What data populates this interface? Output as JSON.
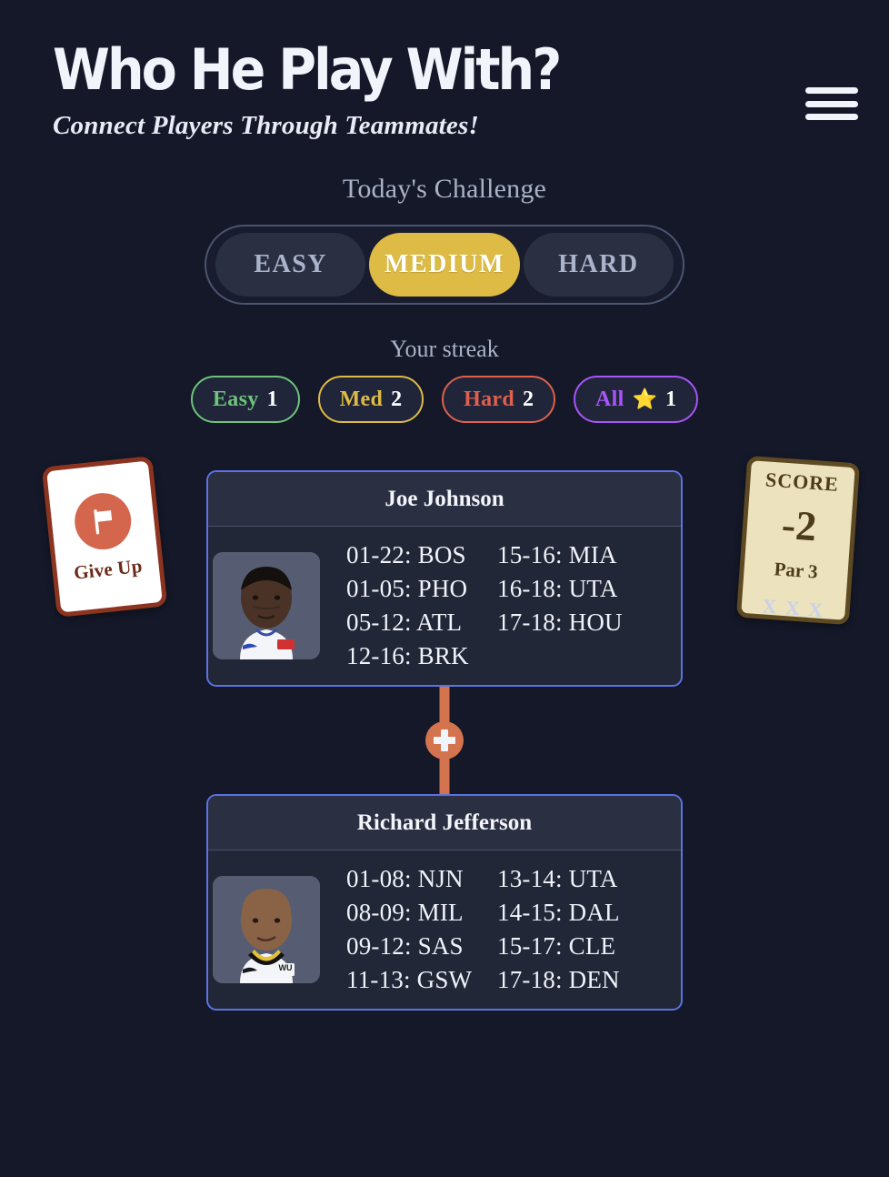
{
  "header": {
    "title": "Who He Play With?",
    "subtitle": "Connect Players Through Teammates!",
    "menu_icon": "hamburger-menu-icon"
  },
  "challenge": {
    "label": "Today's Challenge",
    "difficulties": [
      {
        "label": "EASY",
        "active": false
      },
      {
        "label": "MEDIUM",
        "active": true
      },
      {
        "label": "HARD",
        "active": false
      }
    ],
    "active_difficulty": "MEDIUM",
    "active_color": "#ddbb44"
  },
  "streak": {
    "label": "Your streak",
    "badges": [
      {
        "name": "Easy",
        "count": "1",
        "color": "#6ec47a",
        "star": false
      },
      {
        "name": "Med",
        "count": "2",
        "color": "#ddbb44",
        "star": false
      },
      {
        "name": "Hard",
        "count": "2",
        "color": "#e0604c",
        "star": false
      },
      {
        "name": "All",
        "count": "1",
        "color": "#a855f7",
        "star": true,
        "star_glyph": "⭐"
      }
    ]
  },
  "give_up": {
    "label": "Give Up",
    "icon": "flag-icon",
    "border_color": "#8c3420",
    "circle_color": "#d3664d"
  },
  "scorecard": {
    "title": "SCORE",
    "value": "-2",
    "par": "Par 3",
    "strikes": "X X X",
    "paper_color": "#ece2bd",
    "ink_color": "#4d3c1b"
  },
  "chain": {
    "connector_icon": "plus-icon",
    "connector_color": "#d3744f",
    "cards": [
      {
        "name": "Joe Johnson",
        "photo_alt": "joe-johnson-headshot",
        "teams_col1": [
          "01-22: BOS",
          "01-05: PHO",
          "05-12: ATL",
          "12-16: BRK"
        ],
        "teams_col2": [
          "15-16: MIA",
          "16-18: UTA",
          "17-18: HOU"
        ]
      },
      {
        "name": "Richard Jefferson",
        "photo_alt": "richard-jefferson-headshot",
        "teams_col1": [
          "01-08: NJN",
          "08-09: MIL",
          "09-12: SAS",
          "11-13: GSW"
        ],
        "teams_col2": [
          "13-14: UTA",
          "14-15: DAL",
          "15-17: CLE",
          "17-18: DEN"
        ]
      }
    ]
  }
}
